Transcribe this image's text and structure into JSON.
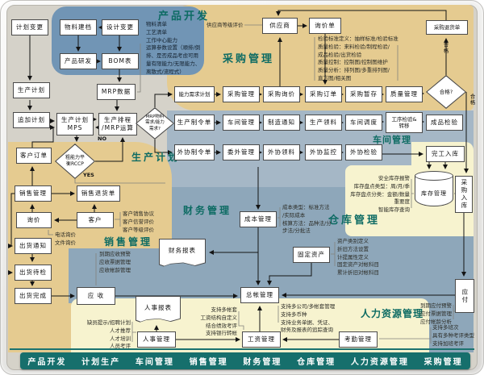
{
  "titles": {
    "product_dev": "产品开发",
    "purchase": "采购管理",
    "production": "生产计划",
    "workshop": "车间管理",
    "sales": "销售管理",
    "finance": "财务管理",
    "warehouse": "仓库管理",
    "hr": "人力资源管理"
  },
  "nodes": {
    "plan_change": "计划变更",
    "material_file": "物料建档",
    "design_change": "设计变更",
    "product_rd": "产品研发",
    "bom": "BOM表",
    "prod_plan": "生产计划",
    "mrp_data": "MRP数据",
    "add_plan": "追加计划",
    "mps": "生产计划\nMPS",
    "scheduling": "生产排程\n/MRP运算",
    "mrp_diamond": "MRP物料\n需求/能力\n需求?",
    "rccp_diamond": "粗能力平\n衡RCCP",
    "cust_order": "客户订单",
    "sales_mgmt": "销售管理",
    "sales_return": "销售退货单",
    "inquiry": "询价",
    "customer": "客户",
    "ship_notice": "出货通知",
    "ship_wait": "出货待检",
    "ship_done": "出货完成",
    "ar": "应 收",
    "fin_report": "财务报表",
    "cost_mgmt": "成本管理",
    "fixed_asset": "固定资产",
    "gl": "总帐管理",
    "payroll": "工资管理",
    "attendance": "考勤管理",
    "personnel": "人事管理",
    "personnel_report": "人事报表",
    "ap": "应付",
    "purchase_in": "采购入库",
    "inventory": "库存管理",
    "complete_in": "完工入库",
    "purchase_return": "采购退货单",
    "supplier": "供应商",
    "inquiry_form": "询价单",
    "crp": "能力需求计划",
    "purchase_mgmt": "采购管理",
    "purchase_inquiry": "采购询价",
    "purchase_order": "采购订单",
    "purchase_temp": "采购暂存",
    "quality_mgmt": "质量管理",
    "ok_diamond": "合格?",
    "mfg_order": "生产制令单",
    "workshop_mgmt": "车间管理",
    "mfg_notice": "制造通知",
    "prod_picking": "生产领料",
    "workshop_dispatch": "车间调度",
    "process_inspect": "工序检验&\n转移",
    "final_inspect": "成品检验",
    "out_order": "外协制令单",
    "out_mgmt": "委外管理",
    "out_picking": "外协领料",
    "out_monitor": "外协监控",
    "out_inspect": "外协检验"
  },
  "notes": {
    "product_dev": "物料清单\n工艺清单\n工作中心能力\n运算参数设置（顺排/倒\n排、是否成品考虑可用\n量有限能力/无限能力、\n离散式/流程式）",
    "supplier_eval": "供应商等级评价",
    "quality": "检验标准定义：抽样标准/检验标准\n质量检验：来料检验/制程检验/\n成品检验/出货检验\n质量控制：控制图/控制图维护\n质量分析：排列图/多重排列图/\n直方图/相关图",
    "customer": "客户销售协议\n客户信誉评价\n客户等级评价",
    "phone": "电话询价\n文件询价",
    "ar": "到期应收预警\n应收票据管理\n应收帐龄管理",
    "cost": "成本类型：标准方法\n/实际成本\n核算方法：品种法/分\n步法/分批法",
    "inventory": "安全库存报警\n库存盘点类型：周/月/季\n库存盘点分类：金额/数量\n重要度\n智能库存查询",
    "asset": "资产类别定义\n折旧方法设置\n计提属性定义\n固定资产对帐科目\n累计折旧对帐科目",
    "gl": "支持多公司/多帐套管理\n支持多币种\n支持业务单据、凭证、\n财务及报表的追踪查询",
    "payroll": "支持多帐套\n工资结构自定义\n结合绩效考评\n支持银行转帐",
    "attendance": "支持多班次\n具有多种考评类型\n支持加班考评",
    "ap": "到期应付预警\n应付票据管理\n应付帐龄分析",
    "hr": "缺员提示/招聘计划\n人才推荐\n人才培训\n人员考评"
  },
  "labels": {
    "no": "NO",
    "yes": "YES",
    "pass_up": "合格",
    "pass_right": "合格"
  },
  "bottom_bar": {
    "items": [
      "产品开发",
      "计划生产",
      "车间管理",
      "销售管理",
      "财务管理",
      "仓库管理",
      "人力资源管理",
      "采购管理"
    ]
  },
  "colors": {
    "region_tan": "#e5cb90",
    "region_product_blue": "#7195b5",
    "region_workshop_band": "#a5b7c6",
    "region_finance": "#8ea7ba",
    "region_yellow": "#f7f3cf",
    "title_teal": "#0d6b63",
    "bar_teal": "#166f6c"
  }
}
